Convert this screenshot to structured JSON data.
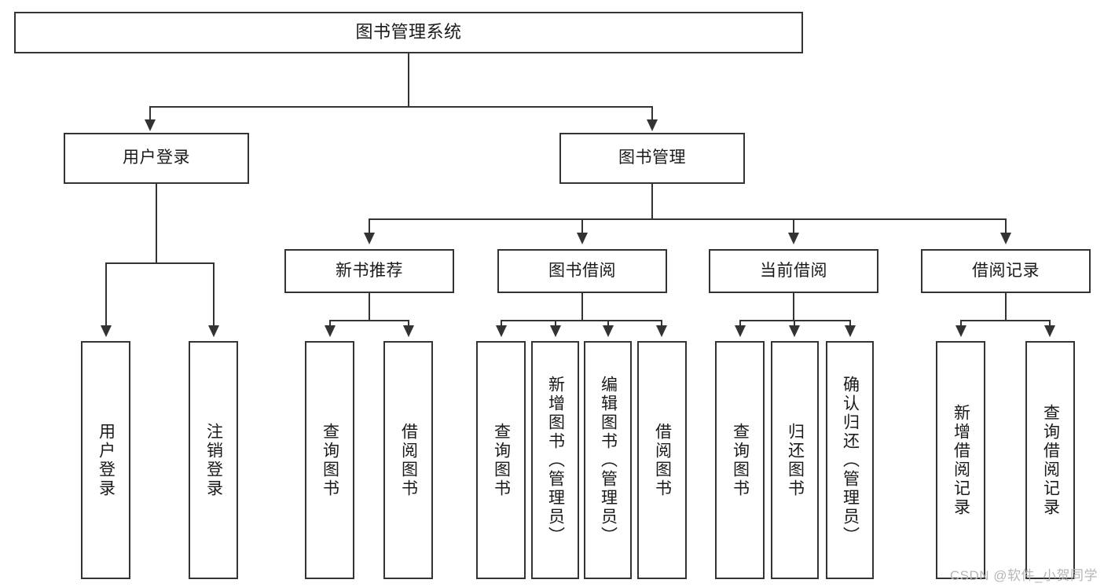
{
  "diagram": {
    "title": "图书管理系统",
    "type": "hierarchy-tree",
    "stroke_color": "#333333",
    "background_color": "#ffffff",
    "root": {
      "id": "root",
      "label": "图书管理系统"
    },
    "level2": [
      {
        "id": "user-login",
        "label": "用户登录"
      },
      {
        "id": "book-manage",
        "label": "图书管理"
      }
    ],
    "level3": [
      {
        "id": "new-book-recommend",
        "label": "新书推荐"
      },
      {
        "id": "book-borrow",
        "label": "图书借阅"
      },
      {
        "id": "current-borrow",
        "label": "当前借阅"
      },
      {
        "id": "borrow-record",
        "label": "借阅记录"
      }
    ],
    "leaves": {
      "user_login": [
        {
          "id": "leaf-user-login",
          "label": "用户登录"
        },
        {
          "id": "leaf-logout-login",
          "label": "注销登录"
        }
      ],
      "new_book_recommend": [
        {
          "id": "leaf-query-book-1",
          "label": "查询图书"
        },
        {
          "id": "leaf-borrow-book-1",
          "label": "借阅图书"
        }
      ],
      "book_borrow": [
        {
          "id": "leaf-query-book-2",
          "label": "查询图书"
        },
        {
          "id": "leaf-add-book",
          "label": "新增图书（管理员）"
        },
        {
          "id": "leaf-edit-book",
          "label": "编辑图书（管理员）"
        },
        {
          "id": "leaf-borrow-book-2",
          "label": "借阅图书"
        }
      ],
      "current_borrow": [
        {
          "id": "leaf-query-book-3",
          "label": "查询图书"
        },
        {
          "id": "leaf-return-book",
          "label": "归还图书"
        },
        {
          "id": "leaf-confirm-return",
          "label": "确认归还（管理员）"
        }
      ],
      "borrow_record": [
        {
          "id": "leaf-add-record",
          "label": "新增借阅记录"
        },
        {
          "id": "leaf-query-record",
          "label": "查询借阅记录"
        }
      ]
    }
  },
  "watermark": {
    "text": "CSDN @软件_小贺同学"
  }
}
